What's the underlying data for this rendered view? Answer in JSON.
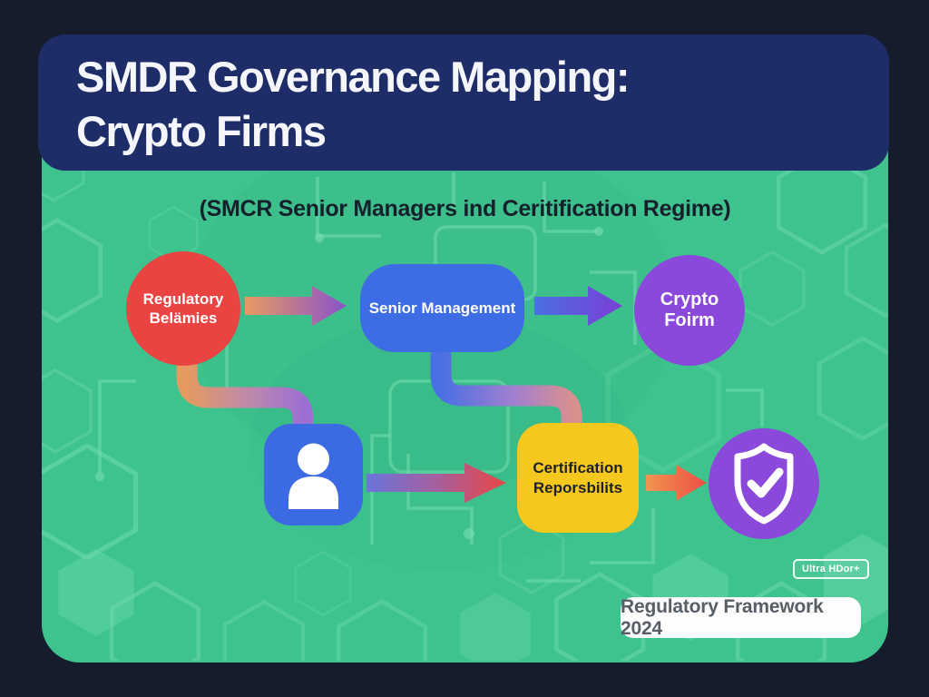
{
  "colors": {
    "frame_bg": "#151d2c",
    "header_bg": "#1e2d68",
    "card_bg": "#3fc38e",
    "pattern_green": "#6fdab0",
    "node_red": "#e94342",
    "node_blue": "#3e6ce5",
    "node_purple": "#8a49da",
    "node_yellow": "#f6c81d"
  },
  "header": {
    "title_line1": "SMDR Governance Mapping:",
    "title_line2": "Crypto Firms"
  },
  "subtitle": "(SMCR Senior Managers ind Ceritification Regime)",
  "diagram": {
    "nodes": {
      "regulatory": {
        "line1": "Regulatory",
        "line2": "Belämies",
        "shape": "circle",
        "color": "#e94342"
      },
      "senior_management": {
        "label": "Senior Management",
        "shape": "rounded-rect",
        "color": "#3e6ce5"
      },
      "crypto_firm": {
        "label": "Crypto Foirm",
        "shape": "circle",
        "color": "#8a49da"
      },
      "team_member": {
        "icon": "person-icon",
        "shape": "rounded-square",
        "color": "#3b6ae3"
      },
      "certification": {
        "line1": "Certification",
        "line2": "Reporsbilits",
        "shape": "rounded-rect",
        "color": "#f6c81d"
      },
      "compliance_shield": {
        "icon": "shield-check-icon",
        "shape": "circle",
        "color": "#8a49da"
      }
    },
    "flows": [
      {
        "from": "regulatory",
        "to": "senior_management",
        "style": "straight-arrow",
        "gradient": [
          "#e89a60",
          "#8a52cc"
        ]
      },
      {
        "from": "senior_management",
        "to": "crypto_firm",
        "style": "straight-arrow",
        "gradient": [
          "#4a6fe2",
          "#7b3ed6"
        ]
      },
      {
        "from": "regulatory",
        "to": "team_member",
        "style": "elbow-band",
        "gradient": [
          "#e59a60",
          "#9d6fd2"
        ]
      },
      {
        "from": "senior_management",
        "to": "certification",
        "style": "elbow-band",
        "gradient": [
          "#4a6fe2",
          "#d8908f"
        ]
      },
      {
        "from": "team_member",
        "to": "certification",
        "style": "straight-arrow",
        "gradient": [
          "#6b74db",
          "#e94744"
        ]
      },
      {
        "from": "certification",
        "to": "compliance_shield",
        "style": "straight-arrow",
        "gradient": [
          "#f0954f",
          "#ed4d45"
        ]
      }
    ]
  },
  "footer": {
    "quality_badge": "Ultra HDor+",
    "caption": "Regulatory Framework 2024"
  }
}
